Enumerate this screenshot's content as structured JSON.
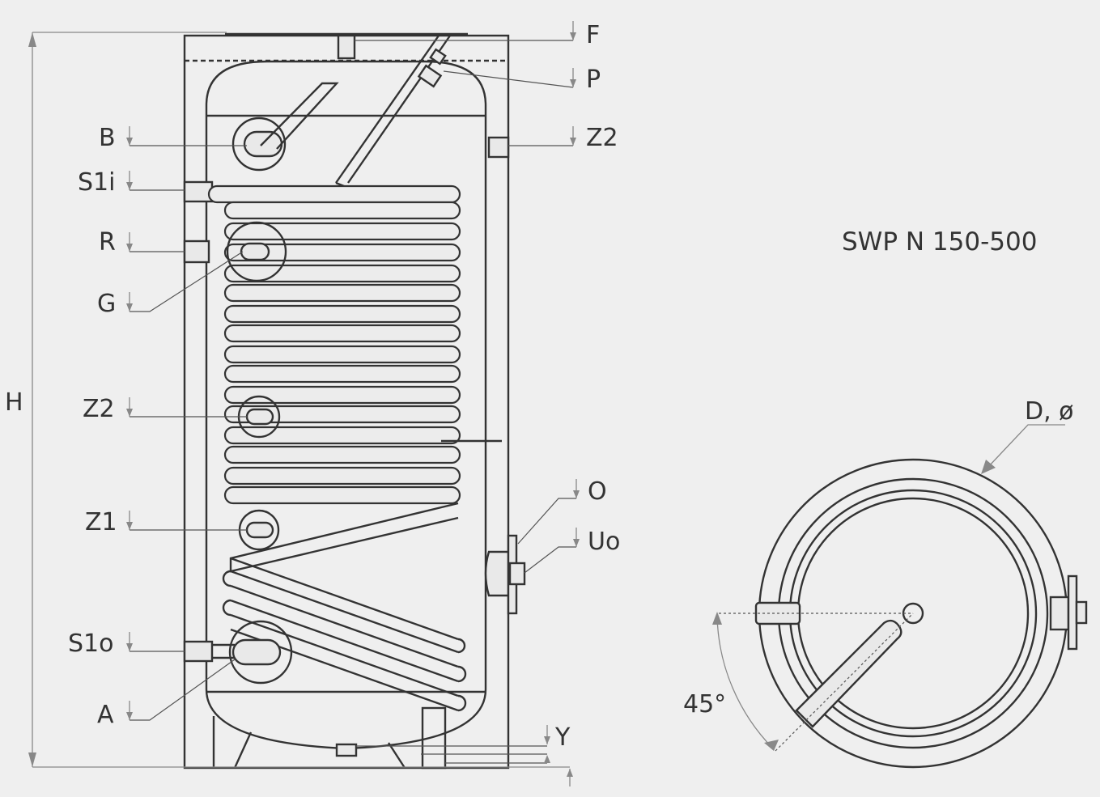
{
  "diagram": {
    "model": "SWP N 150-500",
    "labels": {
      "H": "H",
      "F": "F",
      "P": "P",
      "Z2_top": "Z2",
      "B": "B",
      "S1i": "S1i",
      "R": "R",
      "G": "G",
      "Z2": "Z2",
      "Z1": "Z1",
      "O": "O",
      "Uo": "Uo",
      "S1o": "S1o",
      "A": "A",
      "Y": "Y",
      "D": "D, ø",
      "angle": "45°"
    },
    "colors": {
      "background": "#efefef",
      "line": "#333333",
      "dimension": "#888888"
    }
  }
}
